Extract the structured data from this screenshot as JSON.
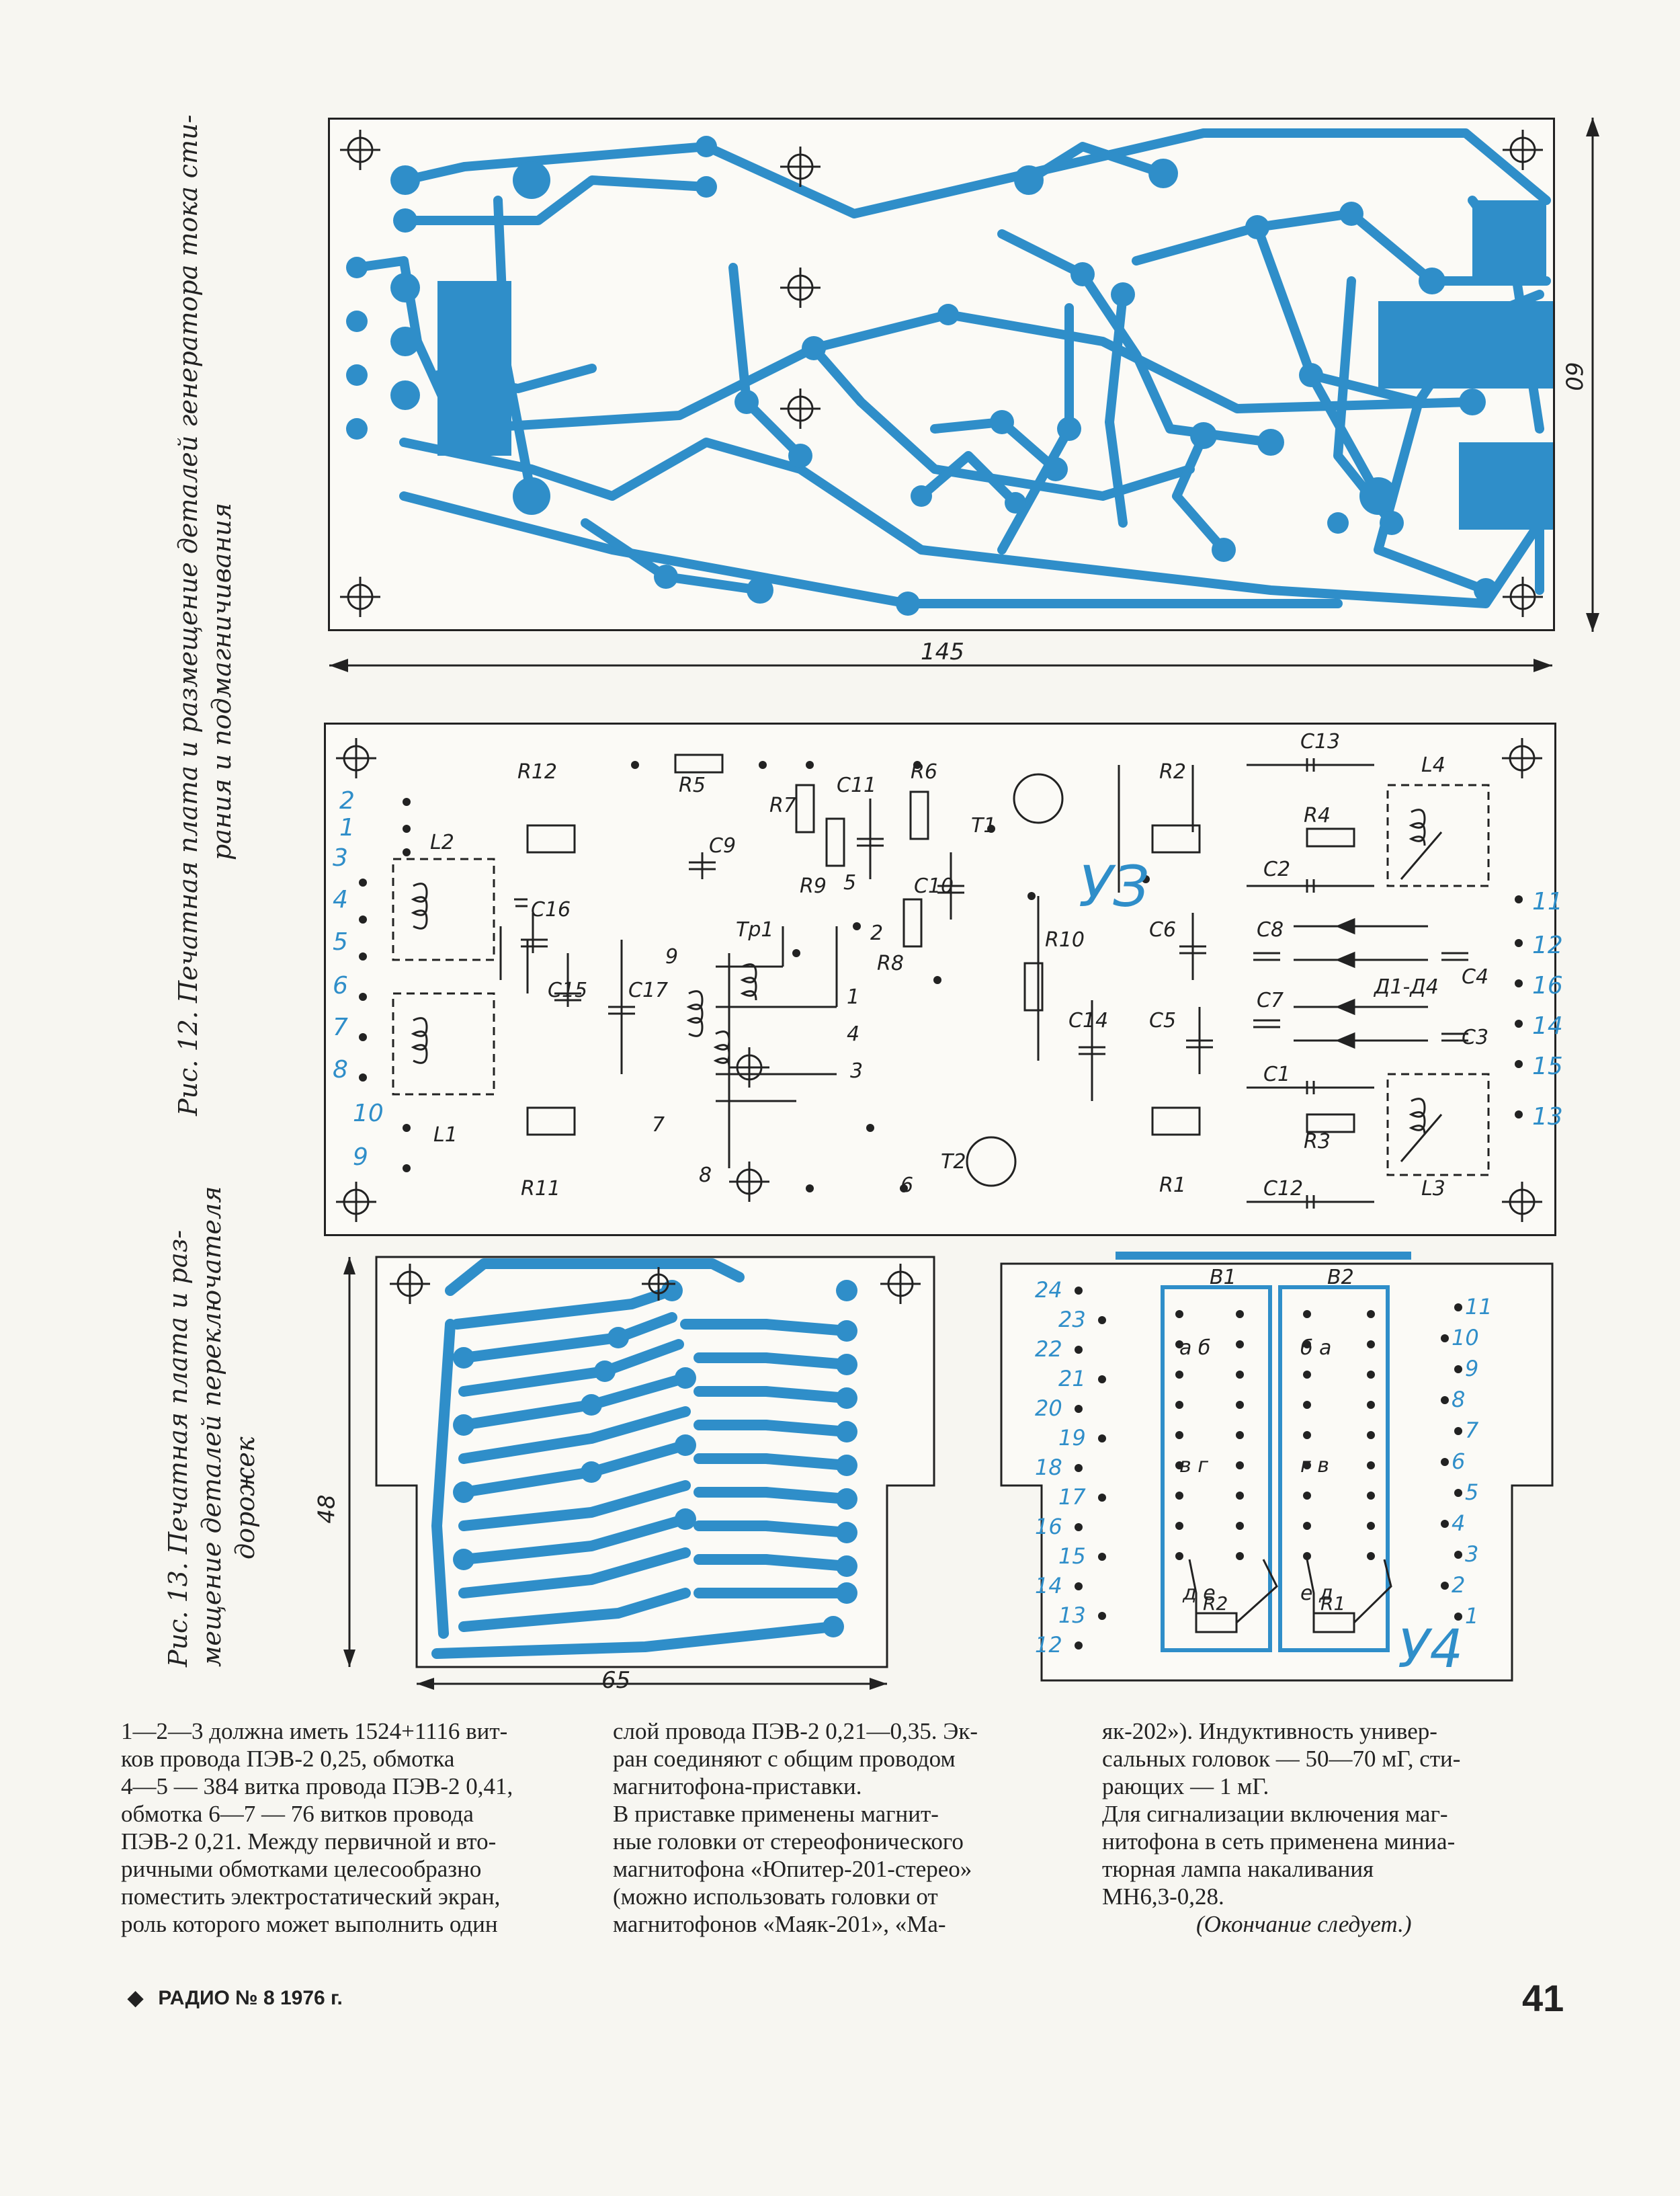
{
  "figure12": {
    "caption_line1": "Рис. 12. Печатная плата и размещение деталей генератора тока сти-",
    "caption_line2": "рания и подмагничивания",
    "dim_width": "145",
    "dim_height": "60",
    "module_label": "УЗ",
    "pin_numbers_left": [
      "2",
      "1",
      "3",
      "4",
      "5",
      "6",
      "7",
      "8",
      "10",
      "9"
    ],
    "pin_numbers_right": [
      "11",
      "12",
      "16",
      "14",
      "15",
      "13"
    ],
    "transformer_taps": [
      "9",
      "5",
      "2",
      "1",
      "4",
      "3",
      "7",
      "8",
      "6"
    ],
    "component_labels": [
      "R12",
      "L2",
      "L1",
      "R11",
      "C16",
      "C15",
      "C17",
      "R5",
      "C9",
      "R7",
      "R9",
      "C11",
      "R6",
      "C10",
      "R8",
      "Tp1",
      "T1",
      "T2",
      "R10",
      "C14",
      "R2",
      "C6",
      "C5",
      "R1",
      "C13",
      "R4",
      "C2",
      "C8",
      "C7",
      "C1",
      "R3",
      "C12",
      "L4",
      "L3",
      "C4",
      "C3",
      "Д1-Д4"
    ]
  },
  "figure13": {
    "caption_line1": "Рис. 13. Печатная плата и раз-",
    "caption_line2": "мещение деталей переключателя",
    "caption_line3": "дорожек",
    "dim_width": "65",
    "dim_height": "48",
    "module_label": "У4",
    "switch_labels": [
      "B1",
      "B2"
    ],
    "contact_letters_b1": [
      "а б",
      "в г",
      "д е"
    ],
    "contact_letters_b2": [
      "б а",
      "г в",
      "е д"
    ],
    "resistors": [
      "R2",
      "R1"
    ],
    "pins_left": [
      "24",
      "23",
      "22",
      "21",
      "20",
      "19",
      "18",
      "17",
      "16",
      "15",
      "14",
      "13",
      "12"
    ],
    "pins_right": [
      "11",
      "10",
      "9",
      "8",
      "7",
      "6",
      "5",
      "4",
      "3",
      "2",
      "1"
    ]
  },
  "text": {
    "col1": [
      "1—2—3 должна иметь 1524+1116 вит-",
      "ков провода ПЭВ-2 0,25, обмотка",
      "4—5 — 384 витка провода ПЭВ-2 0,41,",
      "обмотка 6—7 — 76 витков провода",
      "ПЭВ-2 0,21. Между первичной и вто-",
      "ричными обмотками целесообразно",
      "поместить электростатический экран,",
      "роль которого может выполнить один"
    ],
    "col2": [
      "слой провода ПЭВ-2 0,21—0,35. Эк-",
      "ран соединяют с общим проводом",
      "магнитофона-приставки.",
      "В приставке применены магнит-",
      "ные головки от стереофонического",
      "магнитофона «Юпитер-201-стерео»",
      "(можно использовать головки от",
      "магнитофонов «Маяк-201», «Ма-"
    ],
    "col3": [
      "як-202»). Индуктивность универ-",
      "сальных головок — 50—70 мГ, сти-",
      "рающих — 1 мГ.",
      "Для сигнализации включения маг-",
      "нитофона в сеть применена миниа-",
      "тюрная лампа накаливания",
      "МН6,3-0,28.",
      "(Окончание следует.)"
    ]
  },
  "footer": {
    "magazine": "РАДИО № 8 1976 г.",
    "page_number": "41"
  },
  "colors": {
    "trace": "#2f8ec9",
    "ink": "#222222",
    "paper": "#f7f6f1"
  }
}
